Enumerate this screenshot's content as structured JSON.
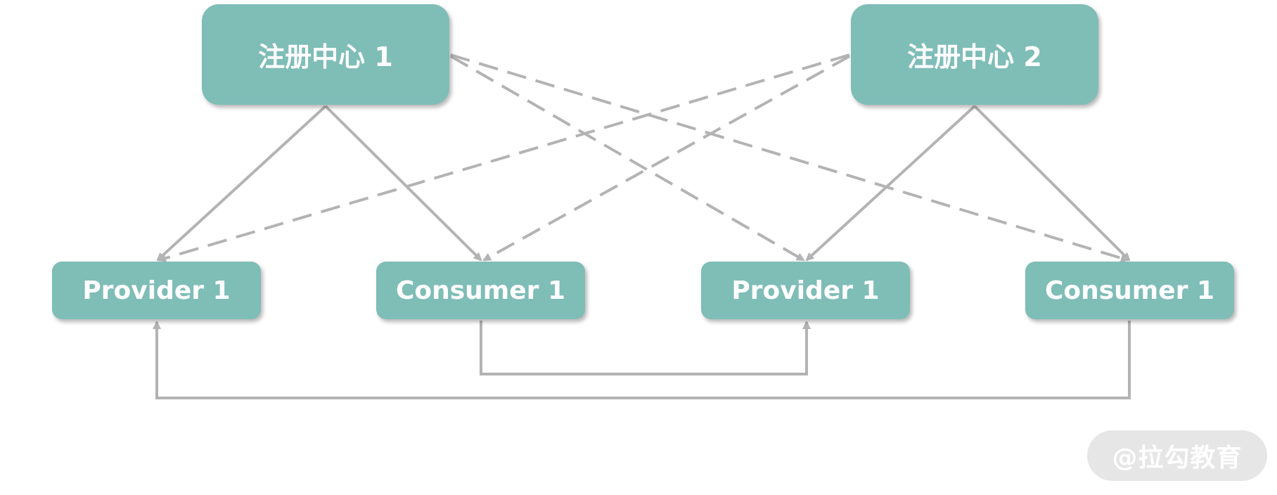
{
  "nodes": {
    "registry_1": "注册中心 1",
    "registry_2": "注册中心 2",
    "provider_a": "Provider 1",
    "consumer_a": "Consumer 1",
    "provider_b": "Provider 1",
    "consumer_b": "Consumer 1"
  },
  "watermark": "@拉勾教育",
  "colors": {
    "node_fill": "#7fbdb7",
    "node_text": "#ffffff",
    "connector": "#b3b3b3"
  },
  "connections": {
    "solid": [
      [
        "registry_1",
        "provider_a"
      ],
      [
        "registry_1",
        "consumer_a"
      ],
      [
        "registry_2",
        "provider_b"
      ],
      [
        "registry_2",
        "consumer_b"
      ]
    ],
    "dashed": [
      [
        "registry_1",
        "provider_b"
      ],
      [
        "registry_1",
        "consumer_b"
      ],
      [
        "registry_2",
        "provider_a"
      ],
      [
        "registry_2",
        "consumer_a"
      ]
    ],
    "calls": [
      [
        "consumer_a",
        "provider_b"
      ],
      [
        "consumer_b",
        "provider_a"
      ]
    ]
  }
}
